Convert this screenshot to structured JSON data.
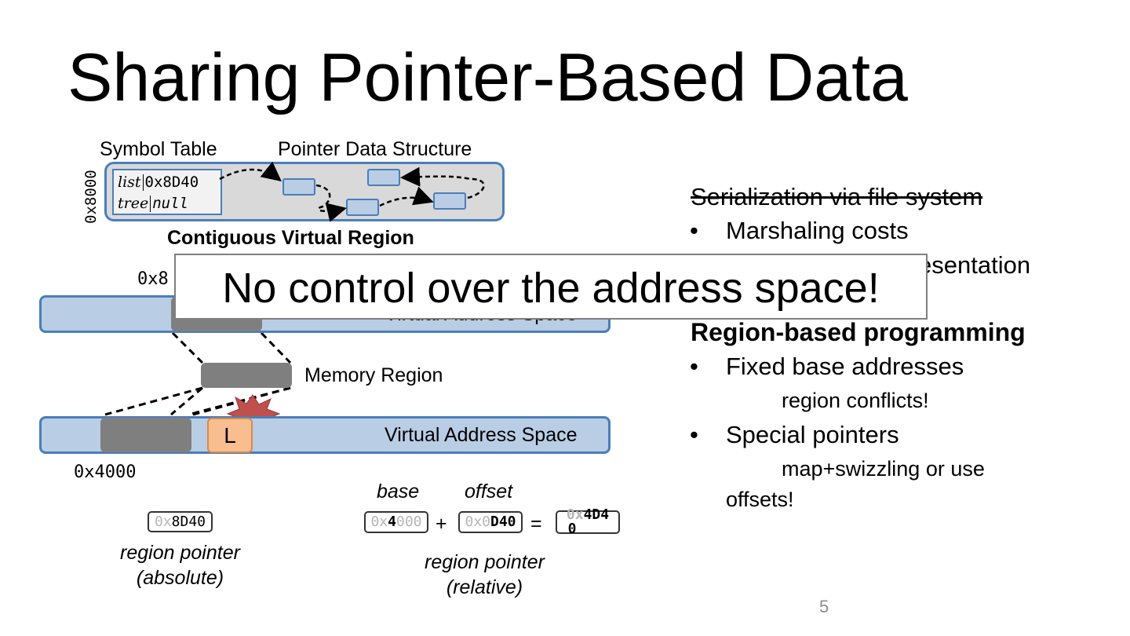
{
  "slide": {
    "title": "Sharing Pointer-Based Data",
    "page_number": "5"
  },
  "diagram": {
    "symbol_table_label": "Symbol Table",
    "pointer_ds_label": "Pointer Data Structure",
    "region_addr_label": "0x8000",
    "symbol_rows": [
      {
        "name": "list",
        "value": "0x8D40"
      },
      {
        "name": "tree",
        "value": "null"
      }
    ],
    "contiguous_label": "Contiguous Virtual Region",
    "upper_addr_label": "0x8",
    "upper_space_label": "Virtual Address Space",
    "memory_region_label": "Memory Region",
    "lower_space_label": "Virtual Address Space",
    "lower_addr_label": "0x4000",
    "conflict_label": "L",
    "absolute_box": {
      "faint": "0x",
      "main": "8D40"
    },
    "absolute_caption_1": "region pointer",
    "absolute_caption_2": "(absolute)",
    "base_label": "base",
    "offset_label": "offset",
    "base_box": {
      "faint_prefix": "0x",
      "main": "4",
      "faint_suffix": "000"
    },
    "plus": "+",
    "offset_box": {
      "faint_prefix": "0x0",
      "main": "D40"
    },
    "equals": "=",
    "result_box": {
      "faint": "0x",
      "main_1": "4D4",
      "main_2": "0"
    },
    "relative_caption_1": "region pointer",
    "relative_caption_2": "(relative)"
  },
  "overlay": {
    "text": "No control over the address space!"
  },
  "right": {
    "struck_heading": "Serialization via file system",
    "bullet_1": "Marshaling costs",
    "bullet_2_partial": "esentation",
    "heading_2": "Region-based programming",
    "bullet_3": "Fixed base addresses",
    "sub_3": "region conflicts!",
    "bullet_4": "Special pointers",
    "sub_4_line1": "map+swizzling or use",
    "sub_4_line2": "offsets!"
  },
  "colors": {
    "bar_fill": "#b9cde4",
    "bar_border": "#4a7ebb",
    "gray_block": "#7f7f7f",
    "conflict_fill": "#f9be8f",
    "conflict_border": "#d88a4c",
    "burst": "#c0504d"
  }
}
